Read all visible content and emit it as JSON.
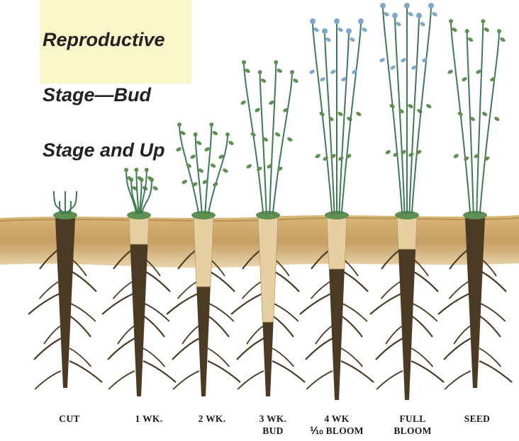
{
  "title": {
    "line1": "Reproductive",
    "line2": "Stage—Bud",
    "line3": "Stage and Up"
  },
  "colors": {
    "title_bg": "#f9f7c9",
    "soil": "#c9a266",
    "root_dark": "#4b3a24",
    "root_light": "#e6cfa0",
    "stem": "#3f7a55",
    "leaf": "#5f8f52",
    "flower": "#7fa7c9"
  },
  "stages": [
    {
      "id": "cut",
      "line1": "CUT",
      "line2": ""
    },
    {
      "id": "1wk",
      "line1": "1 WK.",
      "line2": ""
    },
    {
      "id": "2wk",
      "line1": "2 WK.",
      "line2": ""
    },
    {
      "id": "3wk",
      "line1": "3 WK.",
      "line2": "BUD"
    },
    {
      "id": "4wk",
      "line1": "4 WK",
      "line2": "⅒ BLOOM"
    },
    {
      "id": "full",
      "line1": "FULL",
      "line2": "BLOOM"
    },
    {
      "id": "seed",
      "line1": "SEED",
      "line2": ""
    }
  ]
}
